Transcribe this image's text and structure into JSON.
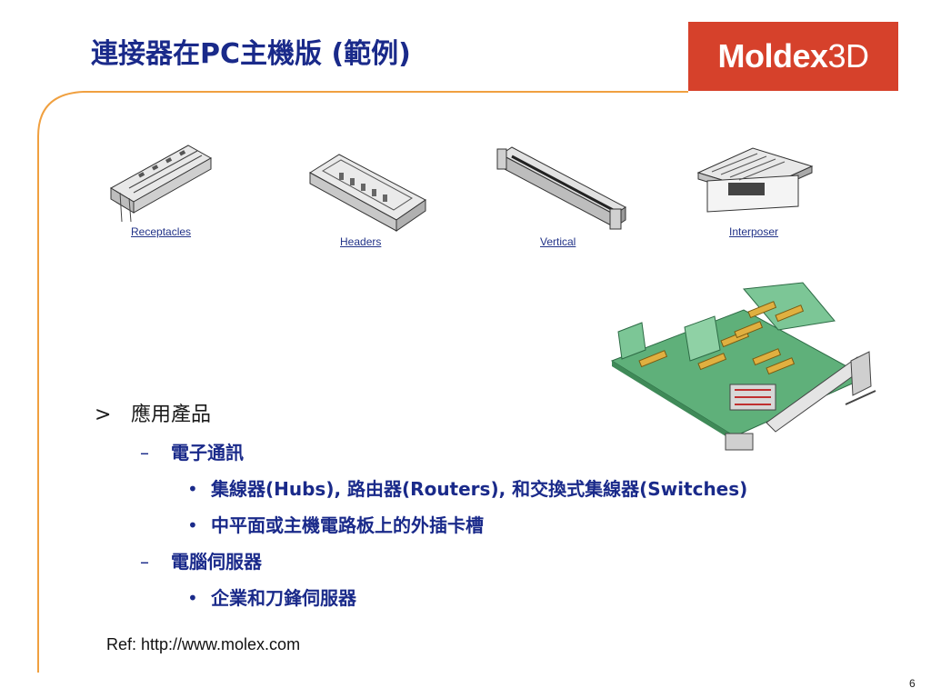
{
  "title": "連接器在PC主機版 (範例)",
  "logo": {
    "main": "Moldex",
    "suffix": "3D"
  },
  "connectors": [
    {
      "label": "Receptacles",
      "icon": "receptacle-connector-image"
    },
    {
      "label": "Headers",
      "icon": "header-connector-image"
    },
    {
      "label": "Vertical",
      "icon": "vertical-connector-image"
    },
    {
      "label": "Interposer",
      "icon": "interposer-connector-image"
    }
  ],
  "board_image": "motherboard-assembly-image",
  "bullets": {
    "l1_mark": ">",
    "l2_mark": "–",
    "l3_mark": "•",
    "applications": "應用產品",
    "telecom": "電子通訊",
    "telecom_item1": "集線器(Hubs), 路由器(Routers), 和交換式集線器(Switches)",
    "telecom_item2": "中平面或主機電路板上的外插卡槽",
    "servers": "電腦伺服器",
    "servers_item1": "企業和刀鋒伺服器"
  },
  "reference": "Ref: http://www.molex.com",
  "page_number": "6",
  "colors": {
    "title": "#1a2a8a",
    "accent_frame": "#f0a040",
    "logo_bg": "#d6412b",
    "pcb_green": "#5fb07a"
  }
}
